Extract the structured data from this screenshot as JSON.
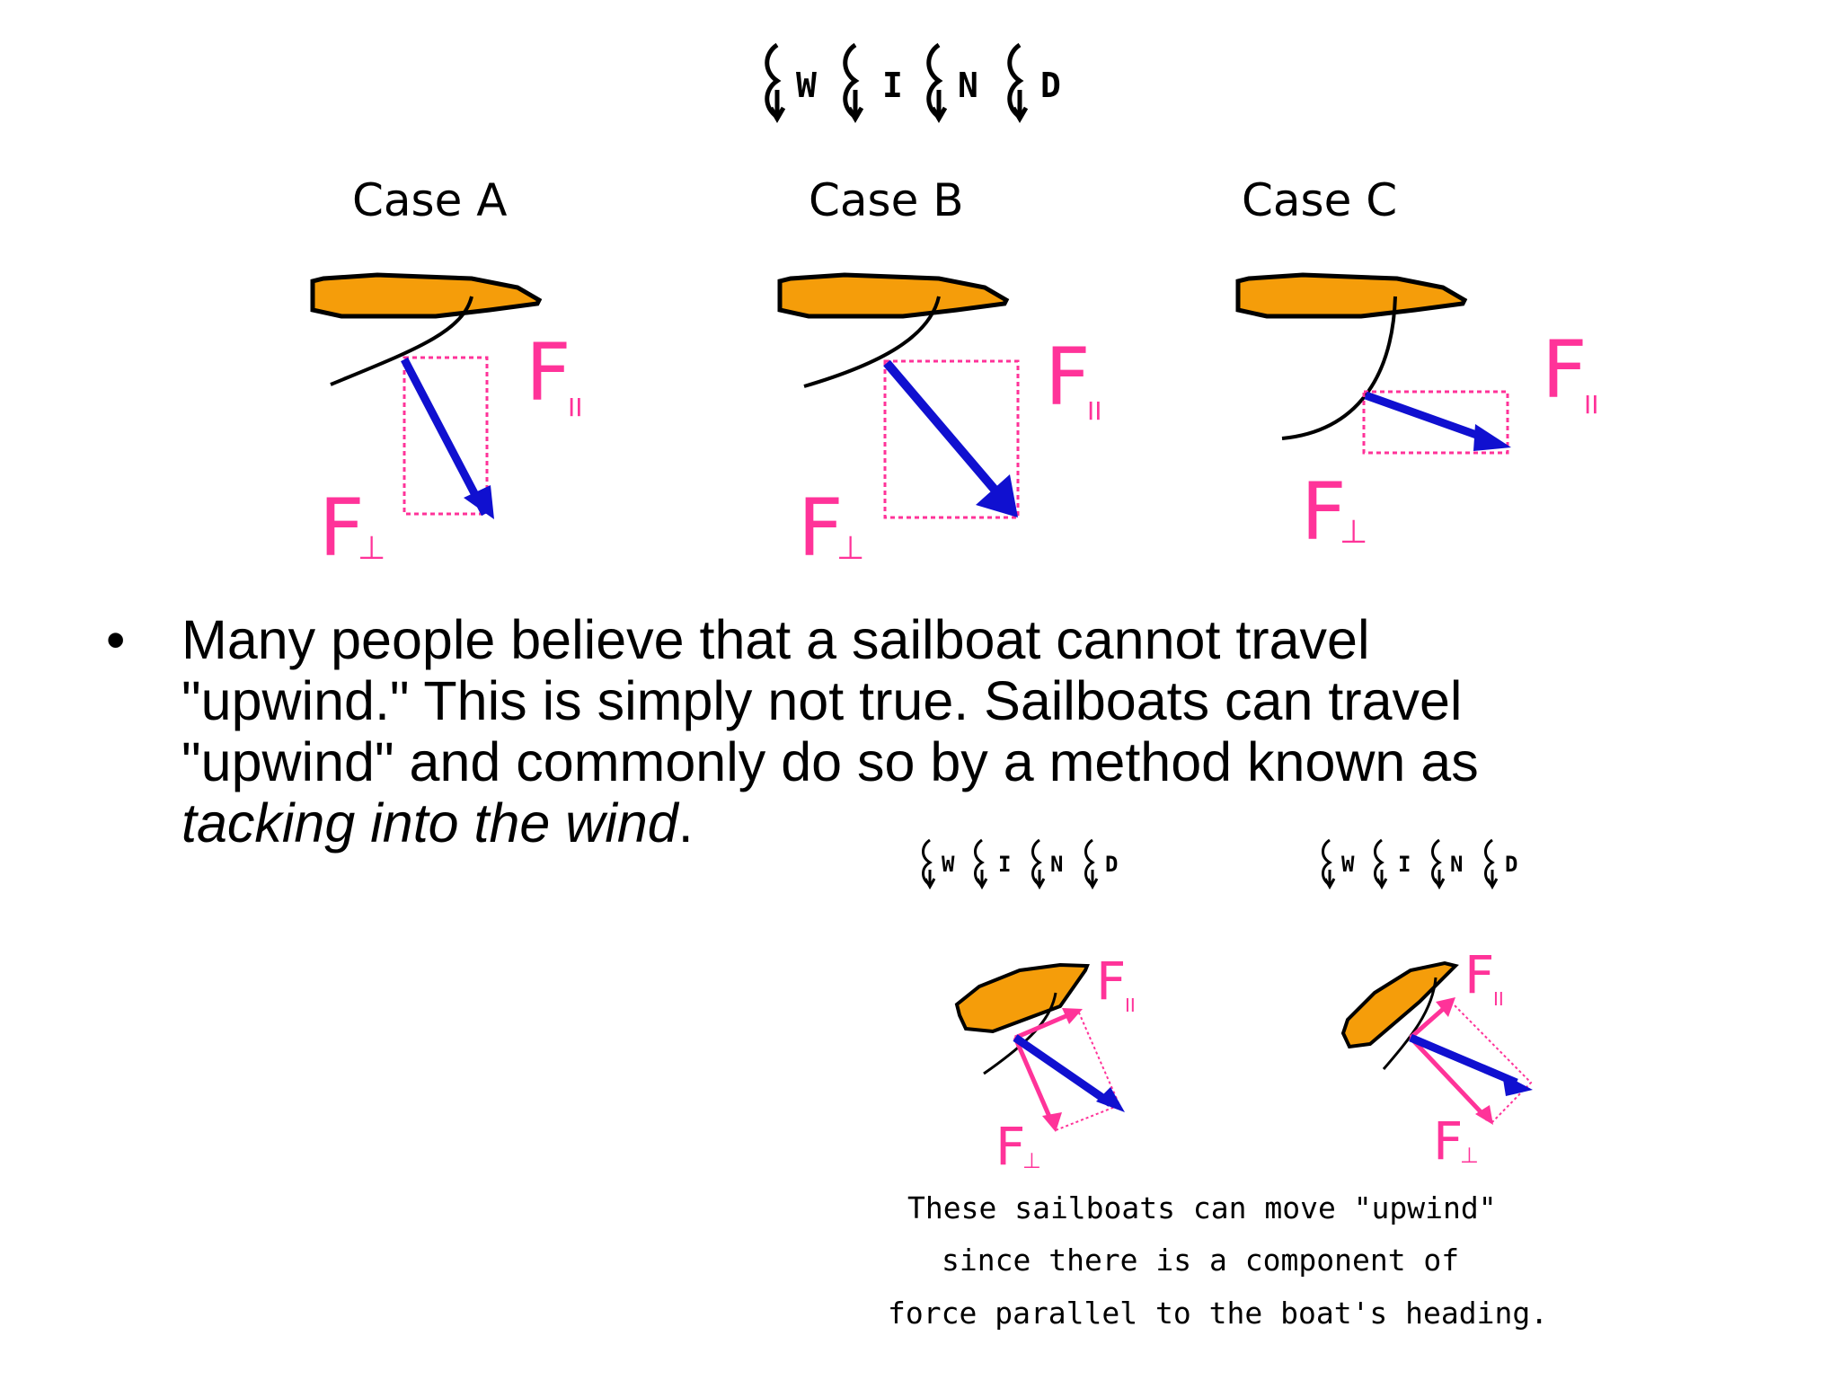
{
  "wind_label": {
    "letters": [
      "W",
      "I",
      "N",
      "D"
    ]
  },
  "cases": [
    {
      "label": "Case A"
    },
    {
      "label": "Case B"
    },
    {
      "label": "Case C"
    }
  ],
  "force_labels": {
    "parallel": "F",
    "parallel_sub": "II",
    "perp": "F",
    "perp_sub": "⊥"
  },
  "bullet": {
    "line1": "Many people believe that a sailboat cannot travel",
    "line2": "\"upwind.\" This is simply not true. Sailboats can travel",
    "line3": "\"upwind\" and commonly do so by a method known as",
    "line4_italic": "tacking into the wind",
    "line4_end": "."
  },
  "caption": {
    "line1": "These sailboats can move \"upwind\"",
    "line2": "since there is a component of",
    "line3": "force parallel to the boat's heading."
  },
  "colors": {
    "hull": "#f59d0a",
    "force_arrow": "#1010d0",
    "component": "#ff3399",
    "text": "#000000"
  }
}
